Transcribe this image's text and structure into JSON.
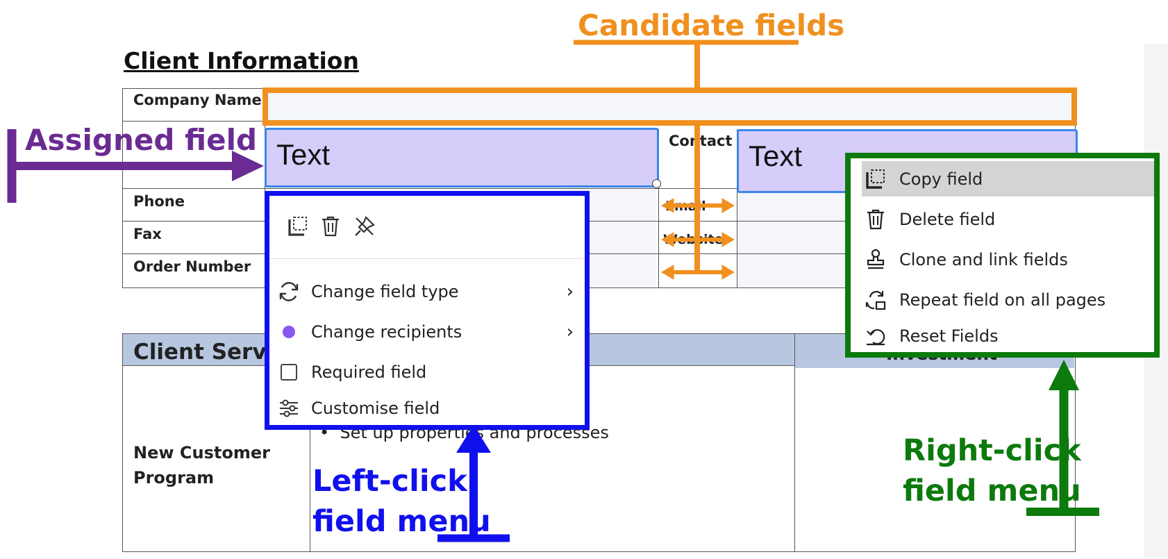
{
  "document": {
    "section_title": "Client Information",
    "labels": {
      "company_name": "Company Name",
      "contact": "Contact",
      "phone": "Phone",
      "fax": "Fax",
      "order_number": "Order Number",
      "email": "Email",
      "website": "Website"
    },
    "client_services_header": "Client Services",
    "investment_header": "Investment",
    "new_customer_program": "New Customer Program",
    "bullet_text": "Set up properties and processes"
  },
  "fields": {
    "assigned_field_1_text": "Text",
    "assigned_field_2_text": "Text"
  },
  "left_click_menu": {
    "toolbar_icons": [
      "copy-field-icon",
      "delete-icon",
      "pin-icon"
    ],
    "items": [
      {
        "label": "Change field type",
        "icon": "refresh-icon",
        "has_submenu": true
      },
      {
        "label": "Change recipients",
        "icon": "recipient-dot-icon",
        "has_submenu": true
      },
      {
        "label": "Required field",
        "icon": "checkbox-icon",
        "has_submenu": false
      },
      {
        "label": "Customise field",
        "icon": "sliders-icon",
        "has_submenu": false
      }
    ]
  },
  "right_click_menu": {
    "items": [
      {
        "label": "Copy field",
        "icon": "copy-field-icon",
        "highlighted": true
      },
      {
        "label": "Delete field",
        "icon": "trash-icon",
        "highlighted": false
      },
      {
        "label": "Clone and link fields",
        "icon": "stamp-icon",
        "highlighted": false
      },
      {
        "label": "Repeat field on all pages",
        "icon": "repeat-icon",
        "highlighted": false
      },
      {
        "label": "Reset Fields",
        "icon": "reset-icon",
        "highlighted": false
      }
    ]
  },
  "annotations": {
    "candidate_fields": "Candidate fields",
    "assigned_field": "Assigned field",
    "left_click_line1": "Left-click",
    "left_click_line2": "field menu",
    "right_click_line1": "Right-click",
    "right_click_line2": "field menu"
  },
  "colors": {
    "candidate_orange": "#f0901f",
    "assigned_purple": "#6a2b93",
    "left_click_blue": "#1010ee",
    "right_click_green": "#0c7a0c",
    "assigned_fill": "#d7cdfa",
    "field_border_blue": "#3a86e8",
    "header_fill": "#b7c7df",
    "highlight_grey": "#d4d4d4",
    "recipient_dot": "#8a57f0"
  }
}
